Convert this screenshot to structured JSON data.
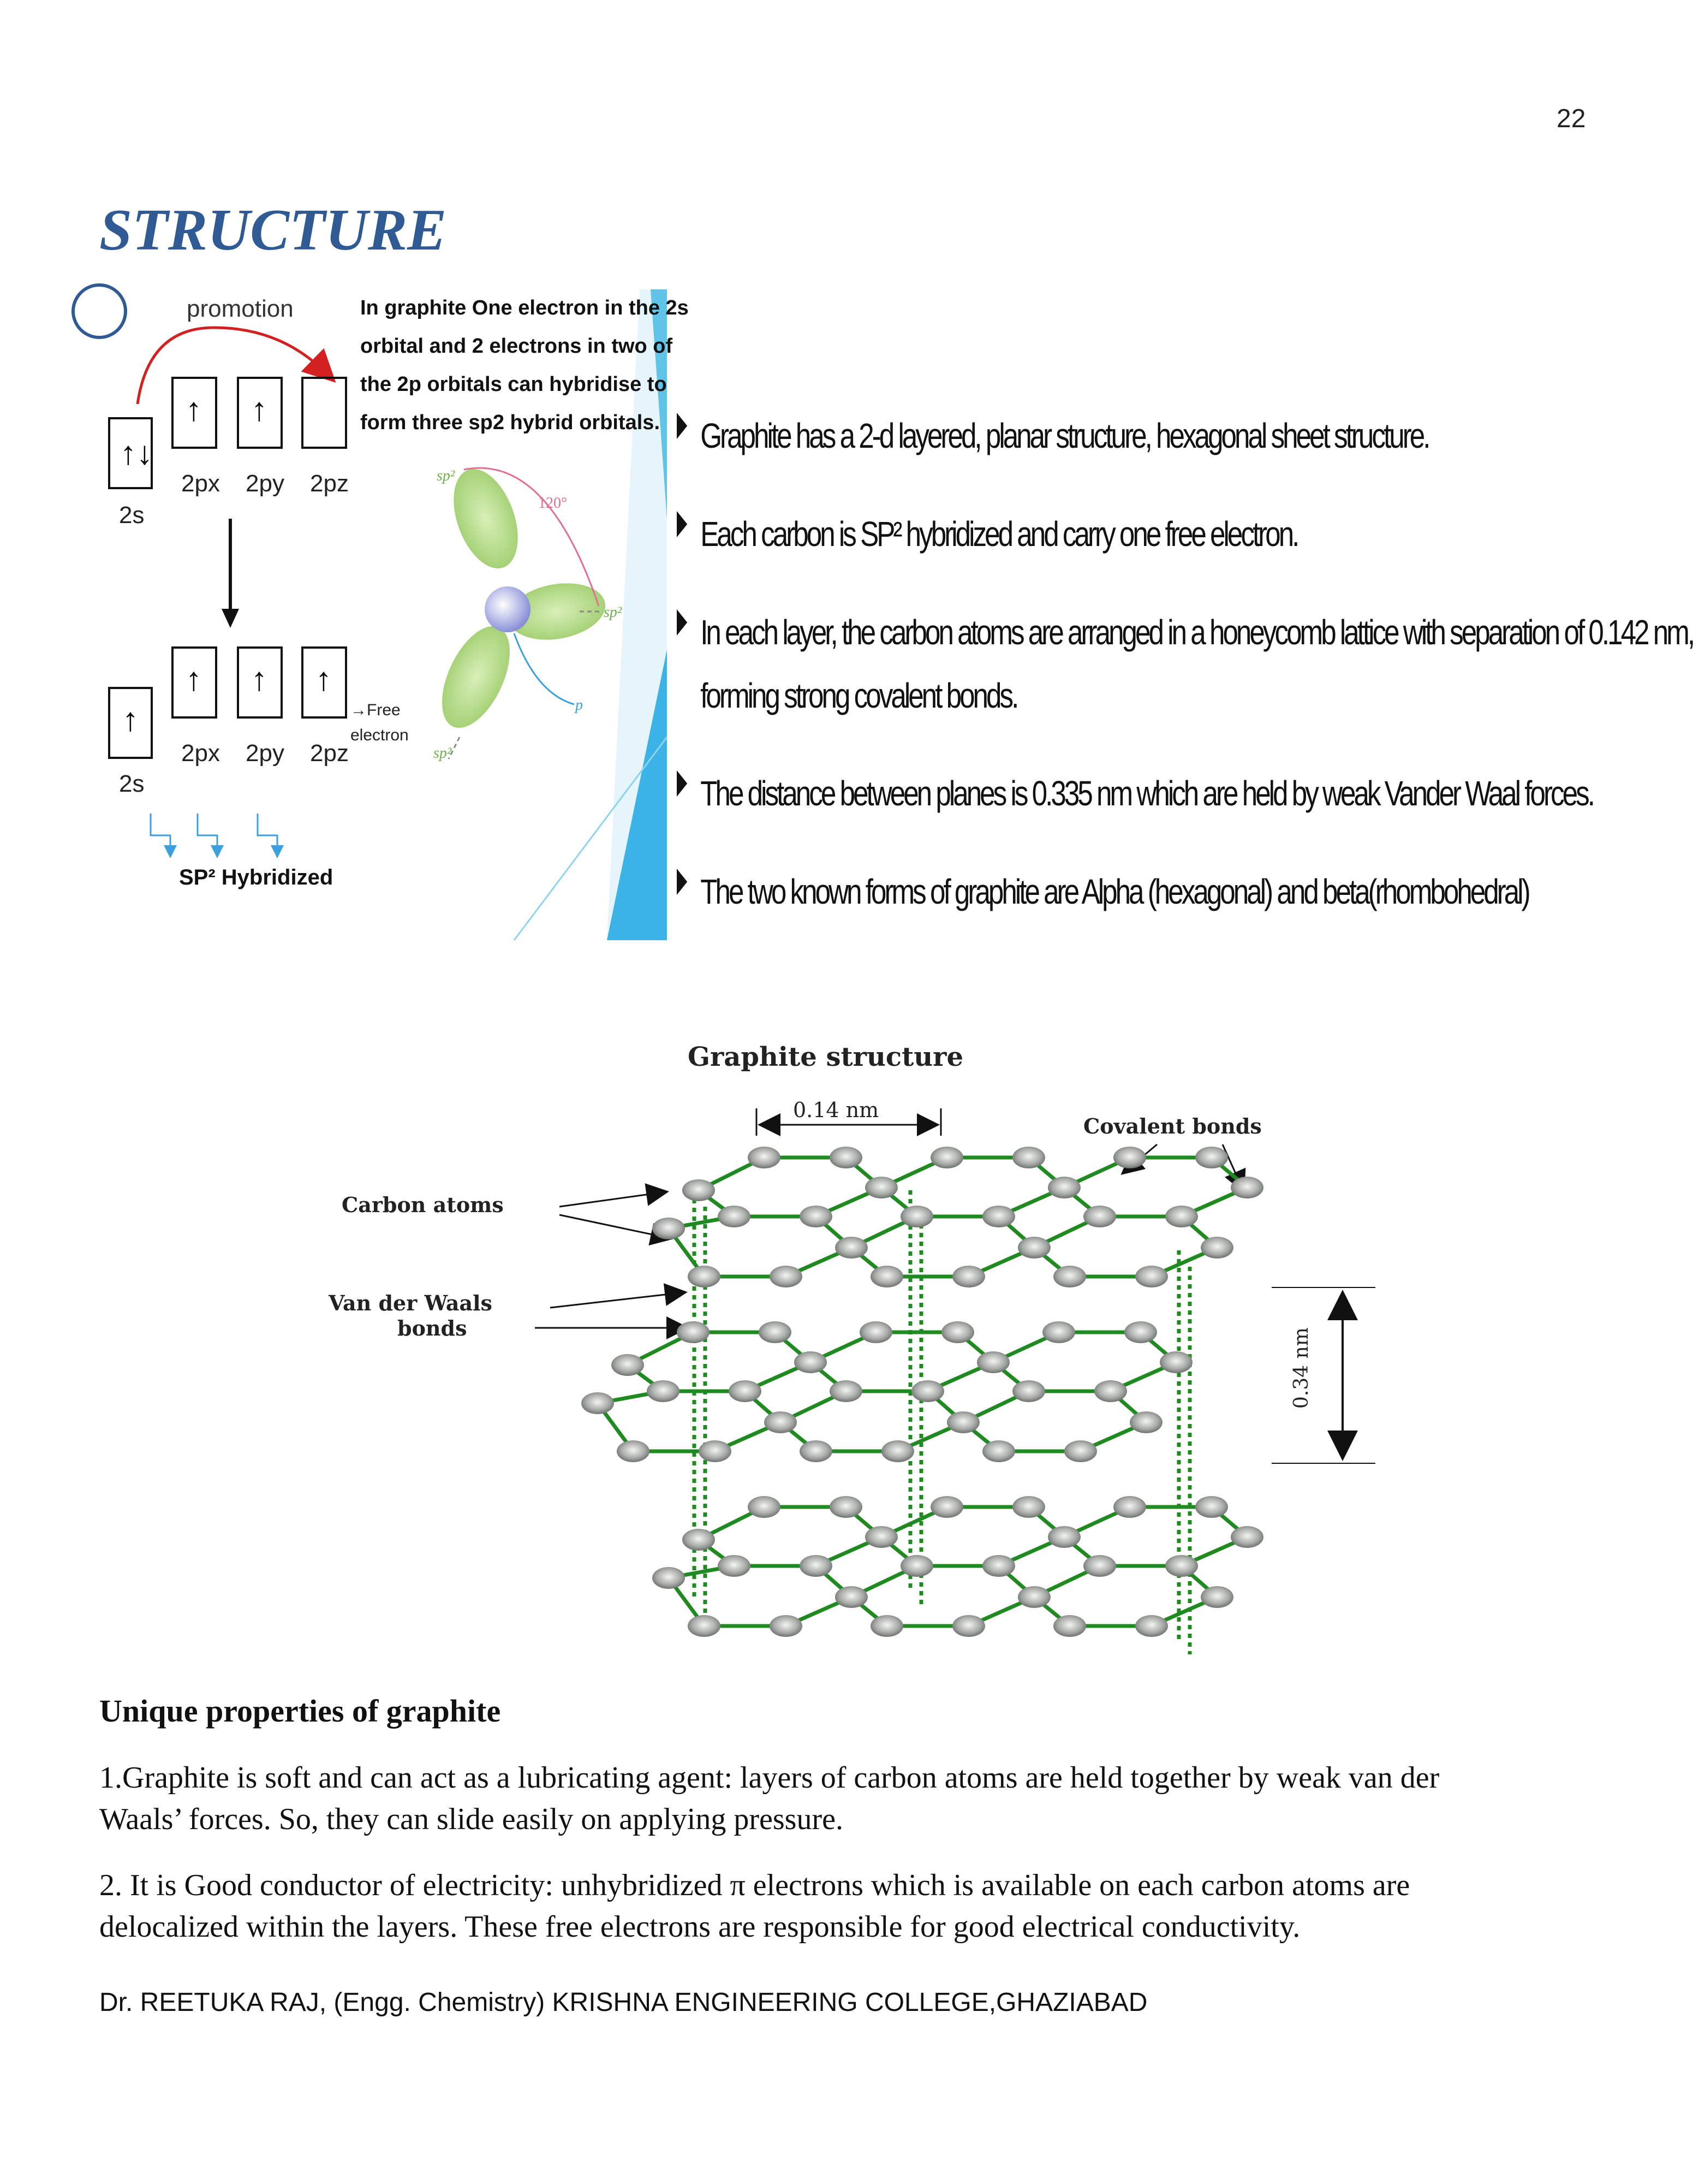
{
  "page": {
    "number": "22",
    "section_title": "STRUCTURE"
  },
  "orbital_diagram": {
    "promotion_label": "promotion",
    "ground_state": {
      "s_label": "2s",
      "p_labels": [
        "2px",
        "2py",
        "2pz"
      ]
    },
    "excited_state": {
      "s_label": "2s",
      "p_labels": [
        "2px",
        "2py",
        "2pz"
      ],
      "free_label_line1": "→Free",
      "free_label_line2": "electron"
    },
    "hybridized_label": "SP² Hybridized",
    "description_lines": [
      "In graphite One electron in the 2s",
      "orbital and 2 electrons in two of",
      "the 2p orbitals can hybridise to",
      "form three sp2 hybrid orbitals."
    ],
    "geometry_labels": {
      "sp2_top": "sp²",
      "angle": "120°",
      "sp2_right": "sp²",
      "p": "p",
      "sp2_bottom": "sp²"
    }
  },
  "bullets": [
    "Graphite has a 2-d layered, planar structure, hexagonal sheet structure.",
    "Each carbon is SP² hybridized and carry one free electron.",
    "In each layer, the carbon atoms are arranged in a honeycomb lattice with separation of 0.142 nm,",
    "forming strong covalent bonds.",
    "The distance between planes is 0.335 nm which are held  by weak Vander Waal forces.",
    "The two known forms of graphite are Alpha (hexagonal) and beta(rhombohedral)"
  ],
  "graphite_figure": {
    "title": "Graphite structure",
    "bond_length_label": "0.14 nm",
    "covalent_bonds_label": "Covalent bonds",
    "carbon_atoms_label": "Carbon atoms",
    "vdw_label_line1": "Van der Waals",
    "vdw_label_line2": "bonds",
    "spacing_label": "0.34 nm",
    "colors": {
      "bond": "#1f8a1f",
      "atom": "#8a8f8a",
      "vdw": "#1f8a1f"
    }
  },
  "properties": {
    "heading": "Unique properties of graphite",
    "items": [
      {
        "line1": "1.Graphite is soft and can act as a lubricating agent: layers of carbon atoms are held together by weak van der",
        "line2": "Waals’ forces. So, they can slide easily on applying pressure."
      },
      {
        "line1": "2. It is Good conductor of electricity: unhybridized π electrons which is available on each carbon atoms  are",
        "line2": "delocalized within the layers. These free electrons are responsible for good electrical conductivity."
      }
    ]
  },
  "footer": "Dr. REETUKA RAJ, (Engg. Chemistry) KRISHNA ENGINEERING COLLEGE,GHAZIABAD"
}
